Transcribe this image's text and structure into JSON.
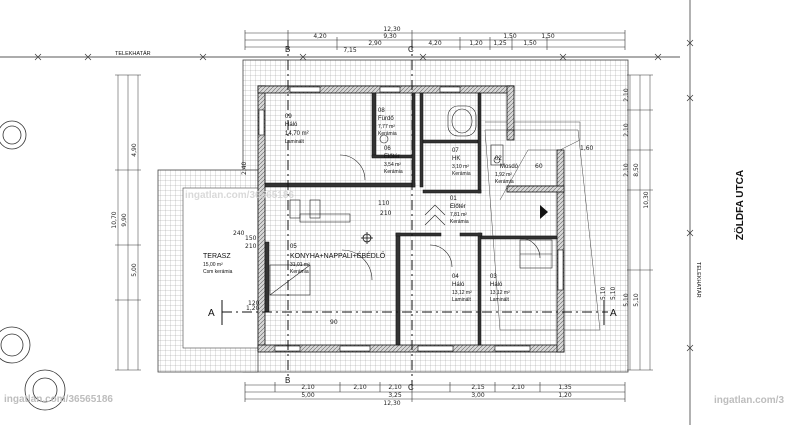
{
  "labels": {
    "plot_boundary": "TELEKHATÁR",
    "plot_boundary_right": "TELEKHATÁR",
    "street": "ZÖLDFA UTCA",
    "section_left": "A",
    "section_right": "A",
    "section_top": "B",
    "section_bottom": "B",
    "grid_top": "C",
    "grid_bottom": "C",
    "watermark_left": "ingatlan.com/36565186",
    "watermark_right": "ingatlan.com/3",
    "watermark_center": "ingatlan.com/36565186"
  },
  "rooms": [
    {
      "key": "haloA",
      "num": "09",
      "name": "Háló",
      "area": "14,70 m²",
      "floor": "Laminált"
    },
    {
      "key": "furdo",
      "num": "08",
      "name": "Fürdő",
      "area": "7,77 m²",
      "floor": "Kerámia"
    },
    {
      "key": "eloter1",
      "num": "06",
      "name": "Előtér",
      "area": "3,54 m²",
      "floor": "Kerámia"
    },
    {
      "key": "hk",
      "num": "07",
      "name": "HK",
      "area": "3,10 m²",
      "floor": "Kerámia"
    },
    {
      "key": "mosdo",
      "num": "02",
      "name": "Mosdó",
      "area": "1,92 m²",
      "floor": "Kerámia"
    },
    {
      "key": "eloter2",
      "num": "01",
      "name": "Előtér",
      "area": "7,81 m²",
      "floor": "Kerámia"
    },
    {
      "key": "konyha",
      "num": "05",
      "name": "KONYHA+NAPPALI+ÉBÉDLŐ",
      "area": "31,01 m²",
      "floor": "Kerámia"
    },
    {
      "key": "haloB",
      "num": "04",
      "name": "Háló",
      "area": "13,12 m²",
      "floor": "Laminált"
    },
    {
      "key": "haloC",
      "num": "03",
      "name": "Háló",
      "area": "13,12 m²",
      "floor": "Laminált"
    },
    {
      "key": "terasz",
      "num": "",
      "name": "TERASZ",
      "area": "15,00 m²",
      "floor": "Csm kerámia"
    }
  ],
  "dimensions": {
    "top_total": "12,30",
    "top_row1": [
      "4,20",
      "9,30",
      "4,20",
      "1,50",
      "1,50"
    ],
    "top_row2": [
      "7,15",
      "2,90",
      "1,20",
      "1,25",
      "1,50"
    ],
    "bottom_row1": [
      "2,10",
      "2,10",
      "2,10",
      "2,15",
      "2,10",
      "1,35"
    ],
    "bottom_row2": [
      "5,00",
      "3,25",
      "3,00",
      "1,20"
    ],
    "bottom_total": "12,30",
    "left_outer": "10,70",
    "left_mid": "9,90",
    "left_parts": [
      "4,90",
      "5,00"
    ],
    "right_parts": [
      "2,10",
      "2,10",
      "2,10",
      "5,10",
      "5,10"
    ],
    "right_mid": "8,50",
    "right_total": "10,30",
    "misc": [
      "150",
      "210",
      "240",
      "60",
      "120",
      "90",
      "110",
      "210",
      "2,40",
      "1,20",
      "5,10",
      "5,10",
      "1,60"
    ]
  }
}
